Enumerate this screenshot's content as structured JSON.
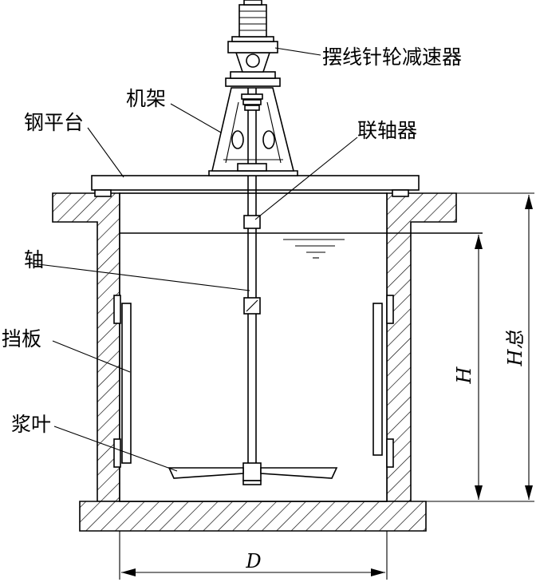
{
  "diagram": {
    "labels": {
      "reducer": "摆线针轮减速器",
      "frame": "机架",
      "platform": "钢平台",
      "coupling": "联轴器",
      "shaft": "轴",
      "baffle": "挡板",
      "impeller": "浆叶"
    },
    "dimensions": {
      "liquid_height": "H",
      "total_height": "H总",
      "diameter": "D"
    }
  }
}
